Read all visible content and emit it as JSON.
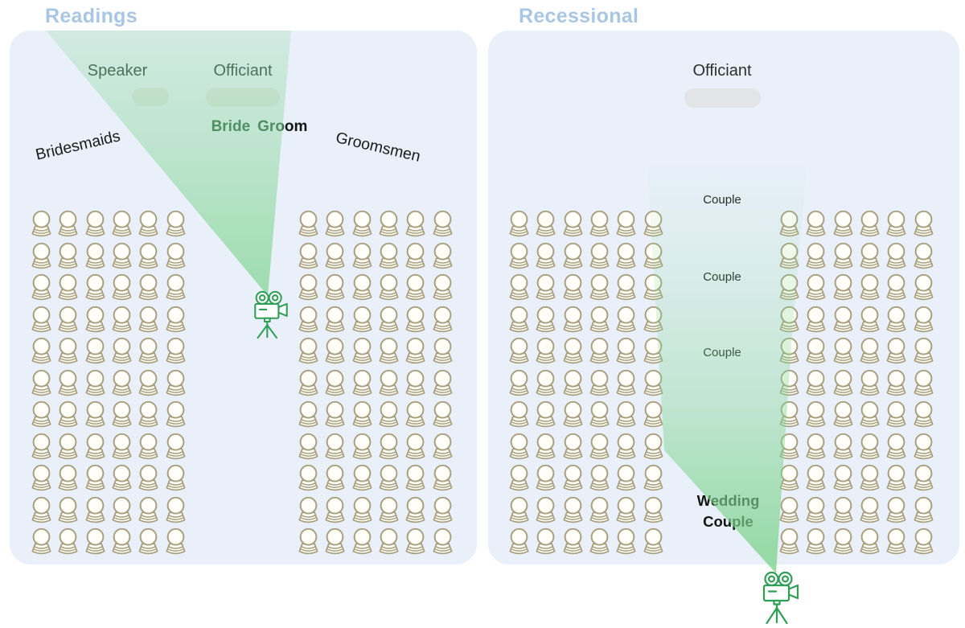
{
  "colors": {
    "page_bg": "#ffffff",
    "panel_bg": "#e9f0fa",
    "title_blue": "#a9c6e2",
    "cone_green": "#86d696",
    "camera_green": "#2f9e57",
    "seat_stroke": "#a89e7d",
    "seat_fill": "#fffef8",
    "pill_gray": "#e3e4e6",
    "text_dark": "#1c231f",
    "bride_green": "#2e6045"
  },
  "left_panel": {
    "title": "Readings",
    "speaker_label": "Speaker",
    "officiant_label": "Officiant",
    "bride_label": "Bride",
    "groom_label_green_part": "Gro",
    "groom_label_dark_part": "om",
    "bridesmaids_label": "Bridesmaids",
    "groomsmen_label": "Groomsmen",
    "seating": {
      "rows": 11,
      "cols": 6,
      "blocks": 2
    }
  },
  "right_panel": {
    "title": "Recessional",
    "officiant_label": "Officiant",
    "couple_labels": [
      "Couple",
      "Couple",
      "Couple"
    ],
    "wedding_couple_line1": "Wedding",
    "wedding_couple_line2": "Couple",
    "seating": {
      "rows": 11,
      "cols": 6,
      "blocks": 2
    }
  },
  "icons": {
    "camera": "video-camera-on-tripod-icon",
    "seat": "guest-seat-icon",
    "cone": "camera-view-cone"
  }
}
